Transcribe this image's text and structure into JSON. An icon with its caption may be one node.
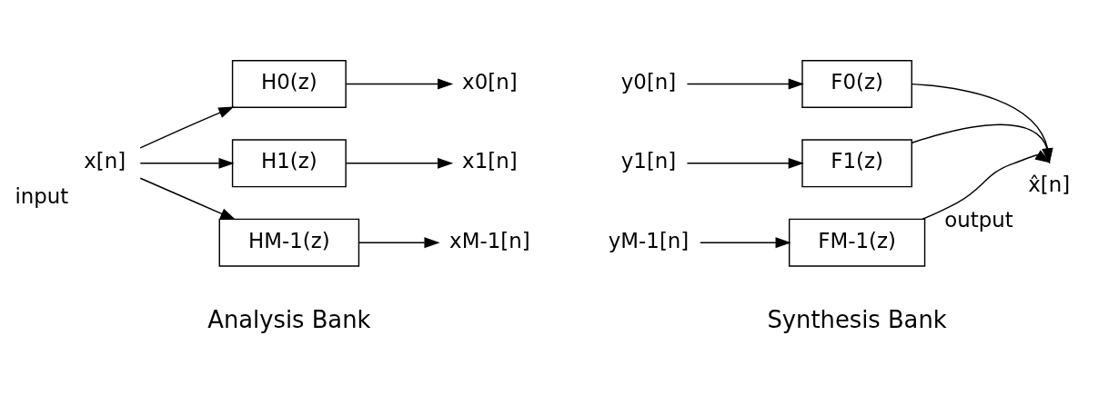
{
  "diagram": {
    "nodes": [
      {
        "text": [
          "x[n]"
        ],
        "beside": [
          "input"
        ]
      },
      {
        "text": [
          "H0(z)"
        ]
      },
      {
        "text": [
          "H1(z)"
        ]
      },
      {
        "text": [
          "HM-1(z)"
        ]
      },
      {
        "text": [
          "x0[n]"
        ]
      },
      {
        "text": [
          "x1[n]"
        ]
      },
      {
        "text": [
          "xM-1[n]"
        ]
      },
      {
        "text": [
          "y0[n]"
        ]
      },
      {
        "text": [
          "y1[n]"
        ]
      },
      {
        "text": [
          "yM-1[n]"
        ]
      },
      {
        "text": [
          "F0(z)"
        ]
      },
      {
        "text": [
          "F1(z)"
        ]
      },
      {
        "text": [
          "FM-1(z)"
        ]
      },
      {
        "text": [
          "x̂[n]"
        ],
        "beside": [
          "output"
        ]
      }
    ],
    "edges": [
      {
        "from": 0,
        "to": 1,
        "arrow": "to"
      },
      {
        "from": 0,
        "to": 2,
        "arrow": "to"
      },
      {
        "from": 0,
        "to": 3,
        "arrow": "to"
      },
      {
        "from": 1,
        "to": 4,
        "arrow": "to"
      },
      {
        "from": 2,
        "to": 5,
        "arrow": "to"
      },
      {
        "from": 3,
        "to": 6,
        "arrow": "to"
      },
      {
        "from": 7,
        "to": 10,
        "arrow": "to"
      },
      {
        "from": 8,
        "to": 11,
        "arrow": "to"
      },
      {
        "from": 9,
        "to": 12,
        "arrow": "to"
      },
      {
        "from": 10,
        "to": 13,
        "arrow": "to"
      },
      {
        "from": 11,
        "to": 13,
        "arrow": "to"
      },
      {
        "from": 12,
        "to": 13,
        "arrow": "to"
      }
    ],
    "labels": [
      "Analysis Bank",
      "Synthesis Bank"
    ]
  }
}
